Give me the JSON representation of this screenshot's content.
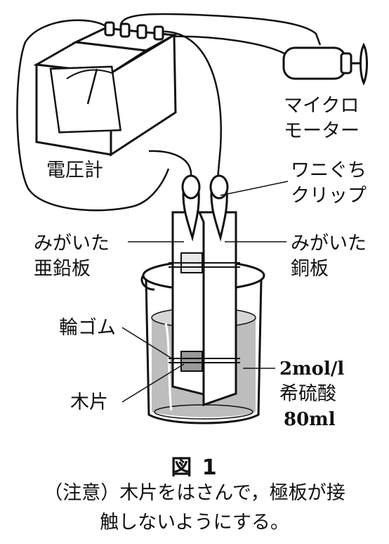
{
  "labels": {
    "voltmeter": "電圧計",
    "micro_motor_line1": "マイクロ",
    "micro_motor_line2": "モーター",
    "alligator_clip_line1": "ワニぐち",
    "alligator_clip_line2": "クリップ",
    "zinc_line1": "みがいた",
    "zinc_line2": "亜鉛板",
    "copper_line1": "みがいた",
    "copper_line2": "銅板",
    "rubber_band": "輪ゴム",
    "wood_piece": "木片",
    "acid_line1": "2mol/l",
    "acid_line2": "希硫酸",
    "acid_line3": "80ml"
  },
  "caption": {
    "title": "図 1",
    "note_line1": "（注意）木片をはさんで，極板が接",
    "note_line2": "触しないようにする。"
  },
  "colors": {
    "ink": "#111111",
    "acid": "#bdbdbd",
    "glass": "#ffffff",
    "plate": "#ffffff"
  }
}
